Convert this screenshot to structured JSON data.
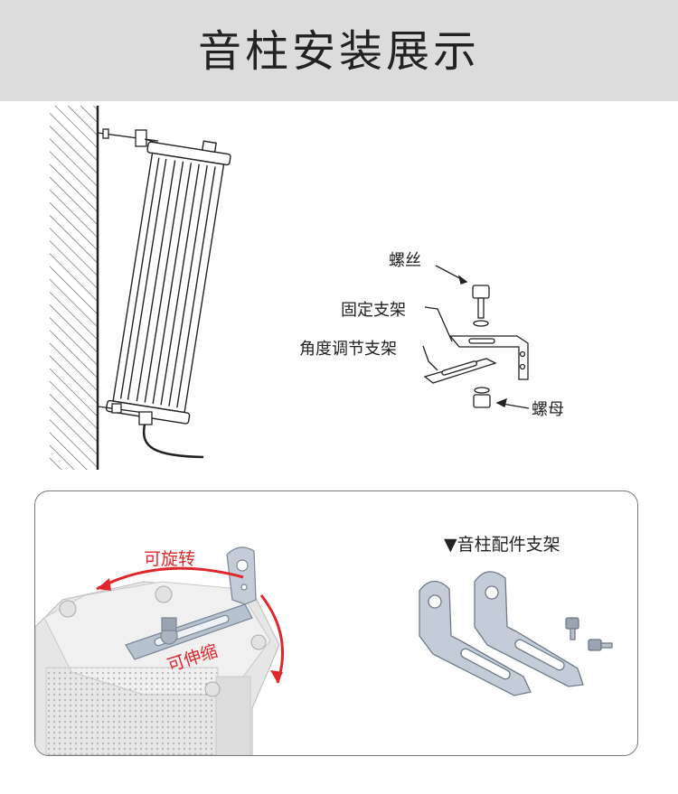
{
  "title": "音柱安装展示",
  "labels": {
    "screw": "螺丝",
    "fixed_bracket": "固定支架",
    "angle_bracket": "角度调节支架",
    "nut": "螺母"
  },
  "panel": {
    "accessories_title": "▼音柱配件支架",
    "rotatable": "可旋转",
    "retractable": "可伸缩"
  },
  "colors": {
    "title_bg": "#dcdcdc",
    "accent_red": "#e0282c",
    "panel_border": "#7a7a7a"
  }
}
